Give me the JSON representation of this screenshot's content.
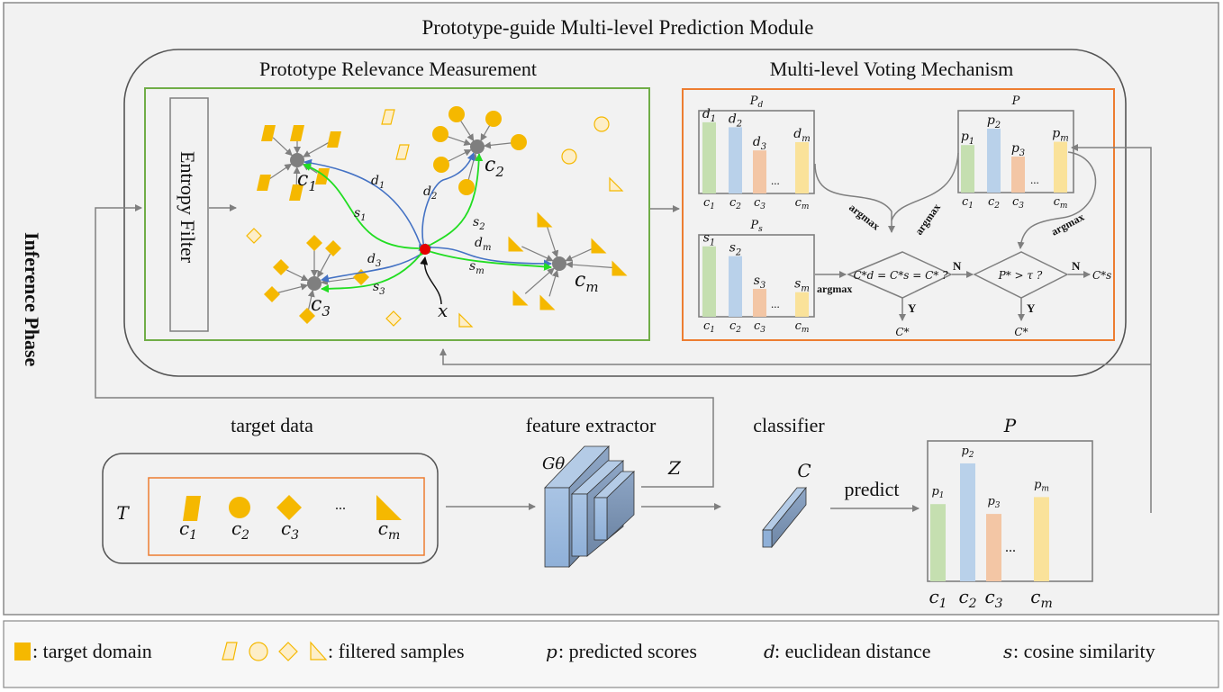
{
  "titles": {
    "module": "Prototype-guide Multi-level Prediction Module",
    "relevance": "Prototype Relevance Measurement",
    "voting": "Multi-level Voting Mechanism",
    "phase": "Inference Phase",
    "entropy_filter": "Entropy Filter"
  },
  "relevance": {
    "prototypes": [
      {
        "base": "c",
        "sub": "1"
      },
      {
        "base": "c",
        "sub": "2"
      },
      {
        "base": "c",
        "sub": "3"
      },
      {
        "base": "c",
        "sub": "m"
      }
    ],
    "query": "x",
    "distance_labels": [
      {
        "base": "d",
        "sub": "1"
      },
      {
        "base": "d",
        "sub": "2"
      },
      {
        "base": "d",
        "sub": "3"
      },
      {
        "base": "d",
        "sub": "m"
      }
    ],
    "similarity_labels": [
      {
        "base": "s",
        "sub": "1"
      },
      {
        "base": "s",
        "sub": "2"
      },
      {
        "base": "s",
        "sub": "3"
      },
      {
        "base": "s",
        "sub": "m"
      }
    ]
  },
  "voting": {
    "pd_chart": {
      "title": {
        "base": "P",
        "sub": "d"
      },
      "bar_labels": [
        {
          "base": "d",
          "sub": "1"
        },
        {
          "base": "d",
          "sub": "2"
        },
        {
          "base": "d",
          "sub": "3"
        },
        {
          "base": "d",
          "sub": "m"
        }
      ],
      "values": [
        0.86,
        0.8,
        0.52,
        0.62
      ],
      "categories": [
        {
          "base": "c",
          "sub": "1"
        },
        {
          "base": "c",
          "sub": "2"
        },
        {
          "base": "c",
          "sub": "3"
        },
        {
          "base": "c",
          "sub": "m"
        }
      ]
    },
    "ps_chart": {
      "title": {
        "base": "P",
        "sub": "s"
      },
      "bar_labels": [
        {
          "base": "s",
          "sub": "1"
        },
        {
          "base": "s",
          "sub": "2"
        },
        {
          "base": "s",
          "sub": "3"
        },
        {
          "base": "s",
          "sub": "m"
        }
      ],
      "values": [
        0.86,
        0.74,
        0.34,
        0.3
      ],
      "categories": [
        {
          "base": "c",
          "sub": "1"
        },
        {
          "base": "c",
          "sub": "2"
        },
        {
          "base": "c",
          "sub": "3"
        },
        {
          "base": "c",
          "sub": "m"
        }
      ]
    },
    "p_chart": {
      "title": {
        "base": "P",
        "sub": ""
      },
      "bar_labels": [
        {
          "base": "p",
          "sub": "1"
        },
        {
          "base": "p",
          "sub": "2"
        },
        {
          "base": "p",
          "sub": "3"
        },
        {
          "base": "p",
          "sub": "m"
        }
      ],
      "values": [
        0.58,
        0.78,
        0.44,
        0.62
      ],
      "categories": [
        {
          "base": "c",
          "sub": "1"
        },
        {
          "base": "c",
          "sub": "2"
        },
        {
          "base": "c",
          "sub": "3"
        },
        {
          "base": "c",
          "sub": "m"
        }
      ]
    },
    "ellipsis": "...",
    "argmax": "argmax",
    "decision1": "C*d = C*s = C* ?",
    "decision2": "P* > τ ?",
    "yes": "Y",
    "no": "N",
    "out_yes": "C*",
    "out_no": "C*s"
  },
  "pipeline": {
    "target_label": "target data",
    "target_symbol": "T",
    "target_classes": [
      {
        "base": "c",
        "sub": "1"
      },
      {
        "base": "c",
        "sub": "2"
      },
      {
        "base": "c",
        "sub": "3"
      },
      {
        "base": "c",
        "sub": "m"
      }
    ],
    "ellipsis": "...",
    "extractor_label": "feature extractor",
    "extractor_symbol": "Gθ",
    "feature_symbol": "Z",
    "classifier_label": "classifier",
    "classifier_symbol": "C",
    "predict_label": "predict",
    "p_chart": {
      "title": "P",
      "bar_labels": [
        {
          "base": "p",
          "sub": "1"
        },
        {
          "base": "p",
          "sub": "2"
        },
        {
          "base": "p",
          "sub": "3"
        },
        {
          "base": "p",
          "sub": "m"
        }
      ],
      "values": [
        0.55,
        0.84,
        0.48,
        0.6
      ],
      "categories": [
        {
          "base": "c",
          "sub": "1"
        },
        {
          "base": "c",
          "sub": "2"
        },
        {
          "base": "c",
          "sub": "3"
        },
        {
          "base": "c",
          "sub": "m"
        }
      ]
    }
  },
  "legend": {
    "target_domain": ": target domain",
    "filtered_samples": ": filtered samples",
    "p_symbol": "p",
    "p_text": ": predicted scores",
    "d_symbol": "d",
    "d_text": " : euclidean distance",
    "s_symbol": "s",
    "s_text": " : cosine similarity"
  },
  "colors": {
    "sample": "#f5b800",
    "sample_filtered_fill": "#fdeec8",
    "prototype": "#7f7f7f",
    "query": "#e60000",
    "distance_arrow": "#4472c4",
    "similarity_arrow": "#22dd22",
    "bar_c1": "#c5dfb0",
    "bar_c2": "#b9d1ea",
    "bar_c3": "#f3c6a5",
    "bar_cm": "#fae29a",
    "green_frame": "#70ad47",
    "orange_frame": "#ed7d31",
    "panel_bg": "#f2f2f2"
  }
}
